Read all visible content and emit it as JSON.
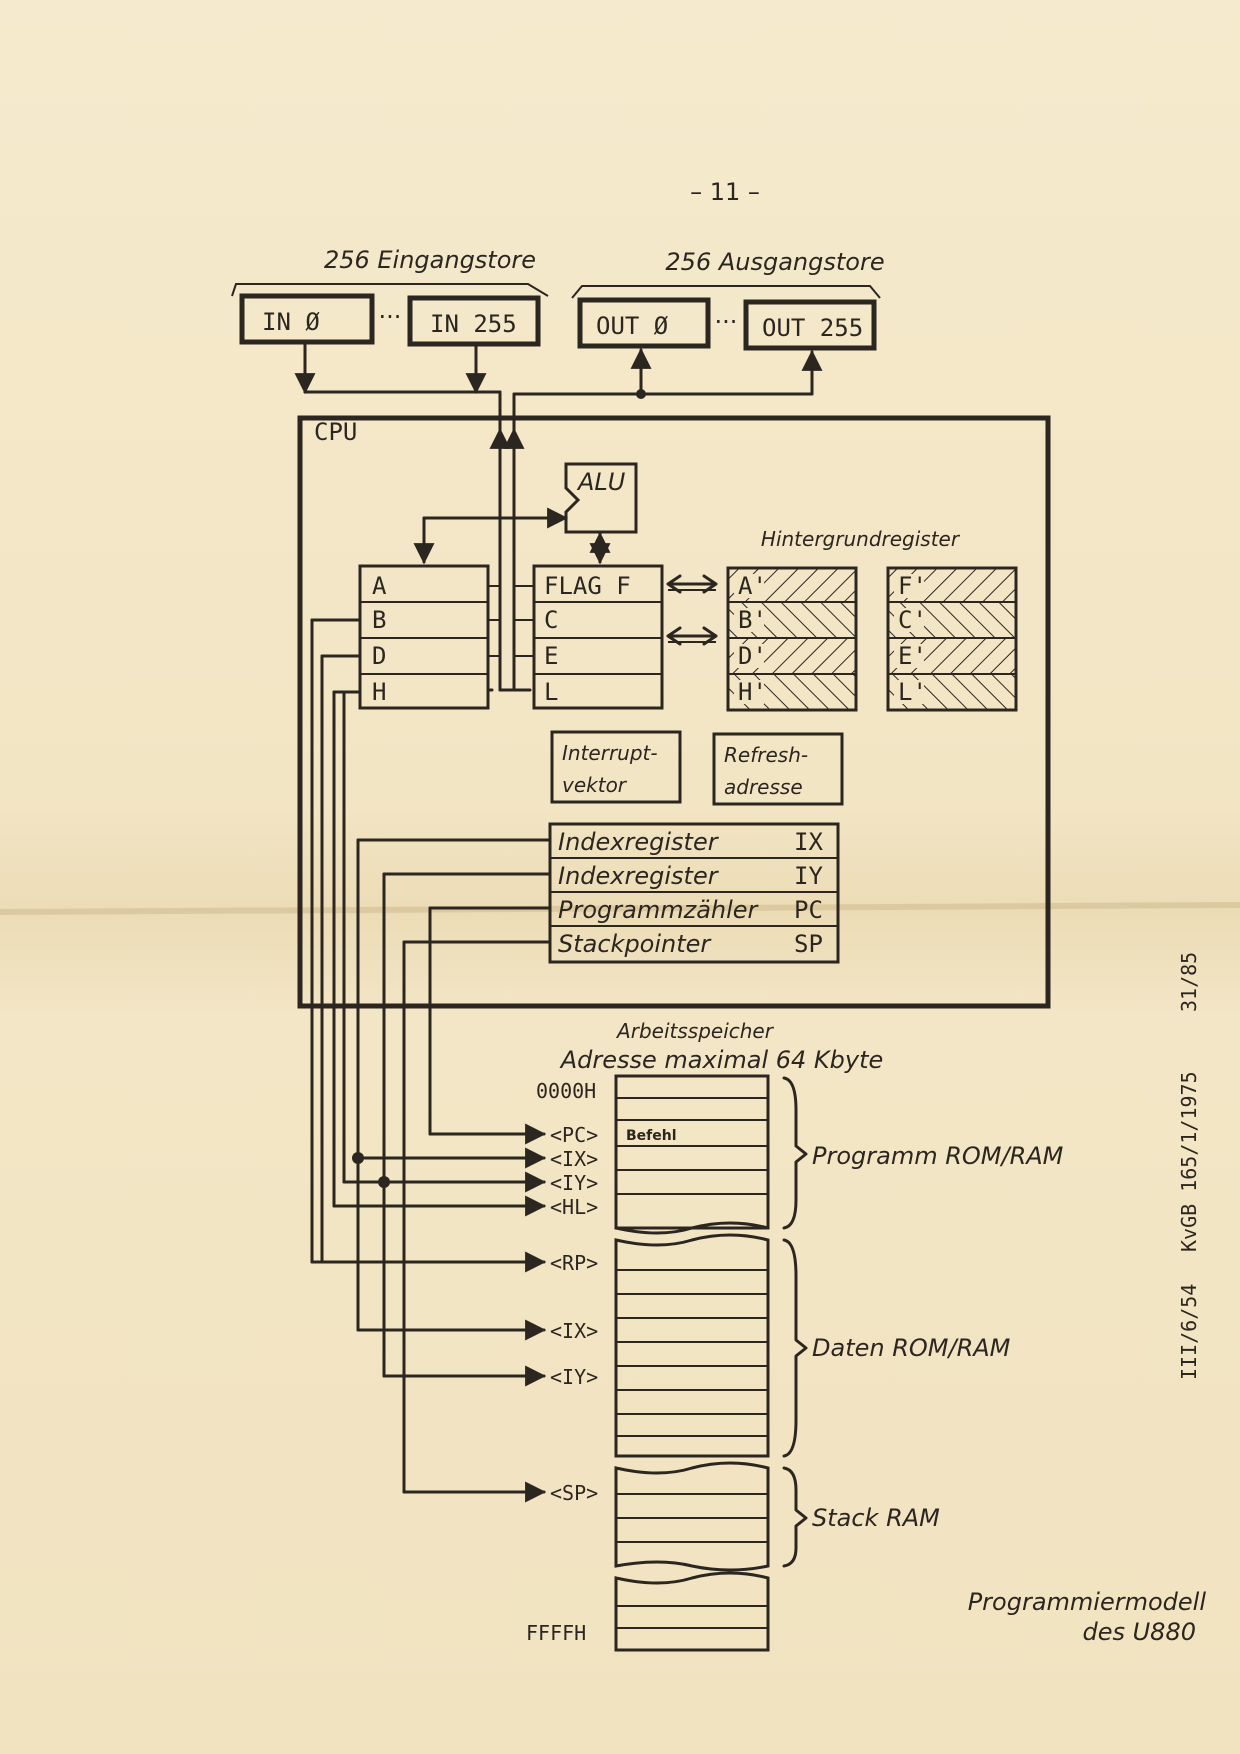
{
  "page_number": "– 11 –",
  "io": {
    "input_group_label": "256 Eingangstore",
    "output_group_label": "256 Ausgangstore",
    "in_first": "IN Ø",
    "in_last": "IN 255",
    "out_first": "OUT Ø",
    "out_last": "OUT 255",
    "ellipsis": "···"
  },
  "cpu": {
    "label": "CPU",
    "alu": "ALU",
    "background_label": "Hintergrundregister",
    "main_registers_left": [
      "A",
      "B",
      "D",
      "H"
    ],
    "main_registers_right": [
      "FLAG F",
      "C",
      "E",
      "L"
    ],
    "background_left": [
      "A'",
      "B'",
      "D'",
      "H'"
    ],
    "background_right": [
      "F'",
      "C'",
      "E'",
      "L'"
    ],
    "interrupt_vector": [
      "Interrupt-",
      "vektor"
    ],
    "refresh_address": [
      "Refresh-",
      "adresse"
    ],
    "special_registers": [
      {
        "name": "Indexregister",
        "abbr": "IX"
      },
      {
        "name": "Indexregister",
        "abbr": "IY"
      },
      {
        "name": "Programmzähler",
        "abbr": "PC"
      },
      {
        "name": "Stackpointer",
        "abbr": "SP"
      }
    ]
  },
  "memory": {
    "title": "Arbeitsspeicher",
    "subtitle": "Adresse maximal 64 Kbyte",
    "start_address": "0000H",
    "end_address": "FFFFH",
    "instruction_cell": "Befehl",
    "program_pointers": [
      "<PC>",
      "<IX>",
      "<IY>",
      "<HL>"
    ],
    "data_pointers": [
      "<RP>",
      "<IX>",
      "<IY>"
    ],
    "stack_pointer": "<SP>",
    "sections": [
      "Programm ROM/RAM",
      "Daten ROM/RAM",
      "Stack RAM"
    ]
  },
  "side_note": [
    "III/6/54",
    "KvGB 165/1/1975",
    "31/85"
  ],
  "caption": [
    "Programmiermodell",
    "des U880"
  ]
}
